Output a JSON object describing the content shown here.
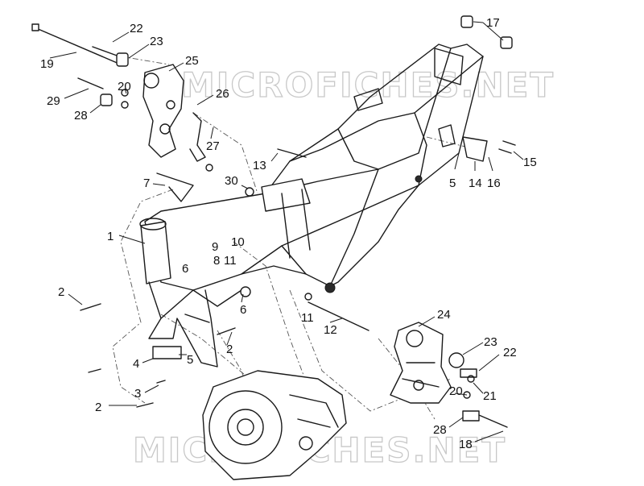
{
  "watermarks": [
    "MICROFICHES.NET",
    "MICROFICHES.NET"
  ],
  "callouts": [
    {
      "id": "c22a",
      "label": "22"
    },
    {
      "id": "c23a",
      "label": "23"
    },
    {
      "id": "c19",
      "label": "19"
    },
    {
      "id": "c25",
      "label": "25"
    },
    {
      "id": "c20a",
      "label": "20"
    },
    {
      "id": "c29",
      "label": "29"
    },
    {
      "id": "c28a",
      "label": "28"
    },
    {
      "id": "c26",
      "label": "26"
    },
    {
      "id": "c27",
      "label": "27"
    },
    {
      "id": "c17",
      "label": "17"
    },
    {
      "id": "c13",
      "label": "13"
    },
    {
      "id": "c30",
      "label": "30"
    },
    {
      "id": "c7",
      "label": "7"
    },
    {
      "id": "c15",
      "label": "15"
    },
    {
      "id": "c5a",
      "label": "5"
    },
    {
      "id": "c14",
      "label": "14"
    },
    {
      "id": "c16",
      "label": "16"
    },
    {
      "id": "c1",
      "label": "1"
    },
    {
      "id": "c9",
      "label": "9"
    },
    {
      "id": "c10",
      "label": "10"
    },
    {
      "id": "c8",
      "label": "8"
    },
    {
      "id": "c11a",
      "label": "11"
    },
    {
      "id": "c6a",
      "label": "6"
    },
    {
      "id": "c2a",
      "label": "2"
    },
    {
      "id": "c6b",
      "label": "6"
    },
    {
      "id": "c11b",
      "label": "11"
    },
    {
      "id": "c12",
      "label": "12"
    },
    {
      "id": "c24",
      "label": "24"
    },
    {
      "id": "c2b",
      "label": "2"
    },
    {
      "id": "c4",
      "label": "4"
    },
    {
      "id": "c5b",
      "label": "5"
    },
    {
      "id": "c23b",
      "label": "23"
    },
    {
      "id": "c22b",
      "label": "22"
    },
    {
      "id": "c3",
      "label": "3"
    },
    {
      "id": "c2c",
      "label": "2"
    },
    {
      "id": "c20b",
      "label": "20"
    },
    {
      "id": "c21",
      "label": "21"
    },
    {
      "id": "c28b",
      "label": "28"
    },
    {
      "id": "c18",
      "label": "18"
    }
  ]
}
